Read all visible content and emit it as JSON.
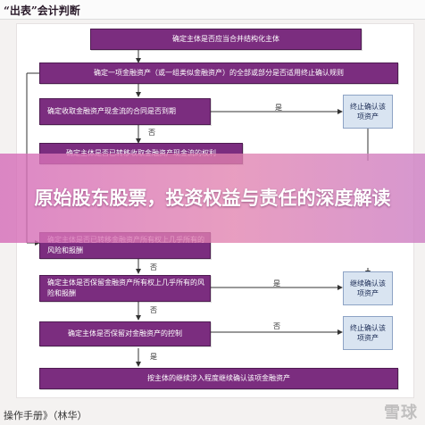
{
  "header": {
    "title": "“出表”会计判断"
  },
  "steps": [
    "确定主体是否应当合并结构化主体",
    "确定一项金融资产（或一组类似金融资产）的全部或部分是否适用终止确认规则",
    "确定收取金融资产现金流的合同是否到期",
    "确定主体是否已转移收取金融资产现金流的权利",
    "确定主体是否已转移金融资产所有权上几乎所有的风险和报酬",
    "确定主体是否保留金融资产所有权上几乎所有的风险和报酬",
    "确定主体是否保留对金融资产的控制",
    "按主体的继续涉入程度继续确认该项金融资产"
  ],
  "outcomes": {
    "derecognize": "终止确认该项资产",
    "continue": "继续确认该项资产"
  },
  "labels": {
    "yes": "是",
    "no": "否"
  },
  "banner": {
    "text": "原始股东股票，投资权益与责任的深度解读"
  },
  "footer": {
    "text": "操作手册》（林华）"
  },
  "watermark": {
    "text": "雪球"
  },
  "colors": {
    "step_fill": "#7b2d7f",
    "outcome_fill": "#d9e4f1",
    "banner": "#d56eb9"
  }
}
